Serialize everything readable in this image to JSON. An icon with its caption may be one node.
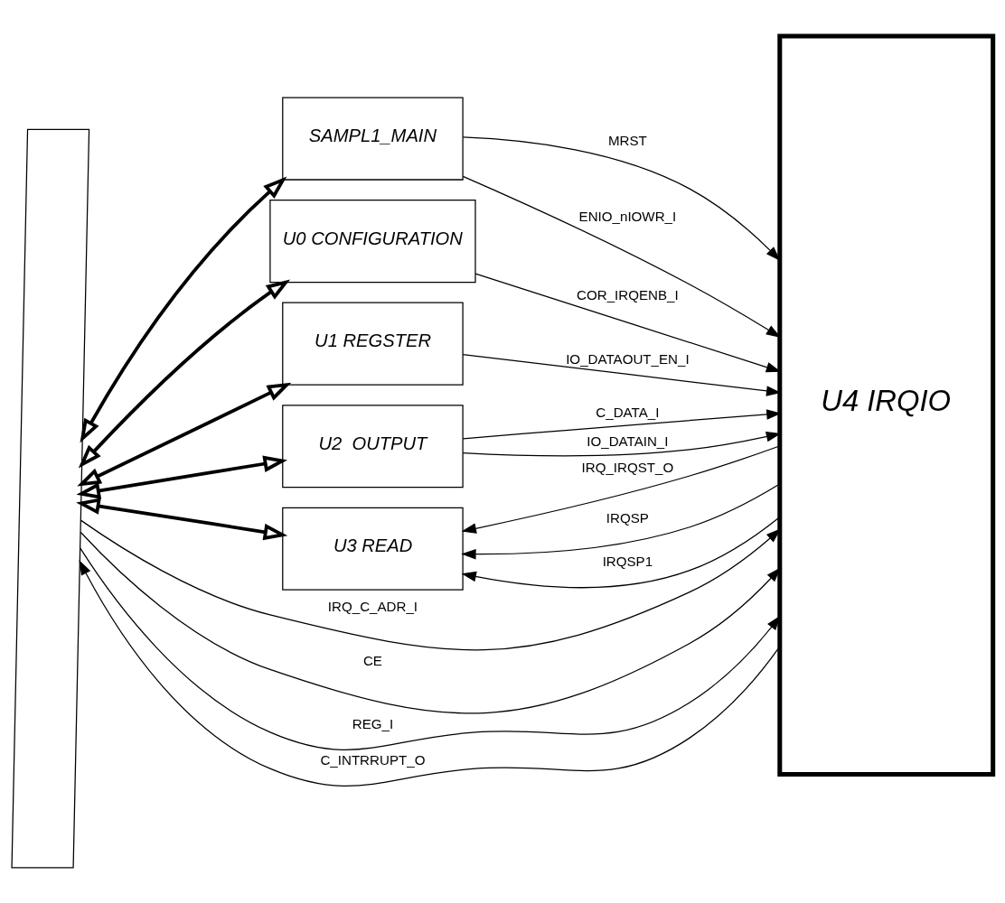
{
  "diagram": {
    "nodes": [
      {
        "text": [],
        "shape": "parallelogram"
      },
      {
        "text": [
          "SAMPL1_MAIN"
        ]
      },
      {
        "text": [
          "U0 CONFIGURATION"
        ]
      },
      {
        "text": [
          "U1 REGSTER"
        ]
      },
      {
        "text": [
          "U2  OUTPUT"
        ]
      },
      {
        "text": [
          "U3 READ"
        ]
      },
      {
        "text": [
          "U4 IRQIO"
        ]
      }
    ],
    "edges": [
      {
        "from": 0,
        "to": 6,
        "arrow": "to",
        "label": "IRQ_C_ADR_I"
      },
      {
        "from": 0,
        "to": 6,
        "arrow": "to",
        "label": "CE"
      },
      {
        "from": 0,
        "to": 6,
        "arrow": "to",
        "label": "REG_I"
      },
      {
        "from": 6,
        "to": 0,
        "arrow": "to",
        "label": "C_INTRRUPT_O"
      },
      {
        "from": 0,
        "to": 1,
        "arrow": "both",
        "style": "thick"
      },
      {
        "from": 0,
        "to": 2,
        "arrow": "both",
        "style": "thick"
      },
      {
        "from": 0,
        "to": 3,
        "arrow": "both",
        "style": "thick"
      },
      {
        "from": 0,
        "to": 4,
        "arrow": "both",
        "style": "thick"
      },
      {
        "from": 0,
        "to": 5,
        "arrow": "both",
        "style": "thick"
      },
      {
        "from": 1,
        "to": 6,
        "arrow": "to",
        "label": "MRST"
      },
      {
        "from": 1,
        "to": 6,
        "arrow": "to",
        "label": "ENIO_nIOWR_I"
      },
      {
        "from": 2,
        "to": 6,
        "arrow": "to",
        "label": "COR_IRQENB_I"
      },
      {
        "from": 3,
        "to": 6,
        "arrow": "to",
        "label": "IO_DATAOUT_EN_I"
      },
      {
        "from": 4,
        "to": 6,
        "arrow": "to",
        "label": "C_DATA_I"
      },
      {
        "from": 4,
        "to": 6,
        "arrow": "to",
        "label": "IO_DATAIN_I"
      },
      {
        "from": 6,
        "to": 5,
        "arrow": "to",
        "label": "IRQ_IRQST_O"
      },
      {
        "from": 6,
        "to": 5,
        "arrow": "to",
        "label": "IRQSP"
      },
      {
        "from": 6,
        "to": 5,
        "arrow": "to",
        "label": "IRQSP1"
      }
    ]
  }
}
